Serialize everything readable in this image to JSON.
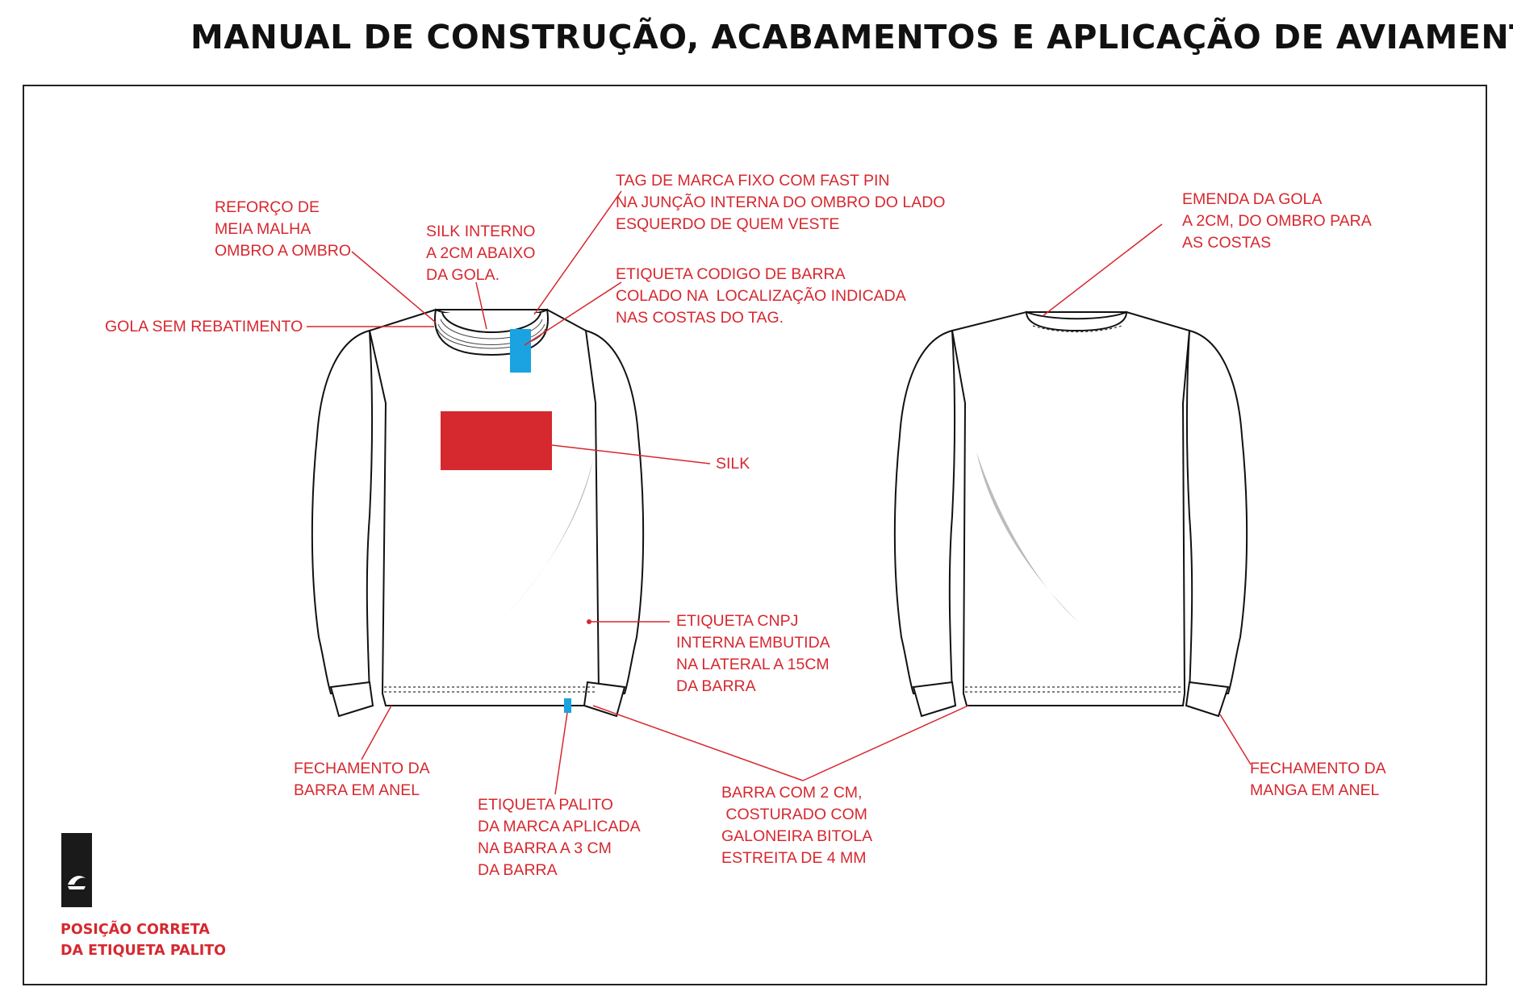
{
  "title": "MANUAL DE CONSTRUÇÃO, ACABAMENTOS E APLICAÇÃO DE AVIAMENTOS",
  "annotations": {
    "reforco": "REFORÇO DE\nMEIA MALHA\nOMBRO A OMBRO",
    "silk_interno": "SILK INTERNO\nA 2CM ABAIXO\nDA GOLA.",
    "tag_marca": "TAG DE MARCA FIXO COM FAST PIN\nNA JUNÇÃO INTERNA DO OMBRO DO LADO\nESQUERDO DE QUEM VESTE",
    "etiqueta_codigo": "ETIQUETA CODIGO DE BARRA\nCOLADO NA  LOCALIZAÇÃO INDICADA\nNAS COSTAS DO TAG.",
    "gola": "GOLA SEM REBATIMENTO",
    "silk": "SILK",
    "cnpj": "ETIQUETA CNPJ\nINTERNA EMBUTIDA\nNA LATERAL A 15CM\nDA BARRA",
    "fechamento_barra": "FECHAMENTO DA\nBARRA EM ANEL",
    "etiqueta_palito": "ETIQUETA PALITO\nDA MARCA APLICADA\nNA BARRA A 3 CM\nDA BARRA",
    "barra": "BARRA COM 2 CM,\n COSTURADO COM\nGALONEIRA BITOLA\nESTREITA DE 4 MM",
    "emenda_gola": "EMENDA DA GOLA\nA 2CM, DO OMBRO PARA\nAS COSTAS",
    "fechamento_manga": "FECHAMENTO DA\nMANGA EM ANEL"
  },
  "tag_caption": "POSIÇÃO CORRETA\nDA ETIQUETA PALITO",
  "colors": {
    "accent": "#d6282f",
    "tag": "#1aa3e0",
    "line": "#111111"
  }
}
